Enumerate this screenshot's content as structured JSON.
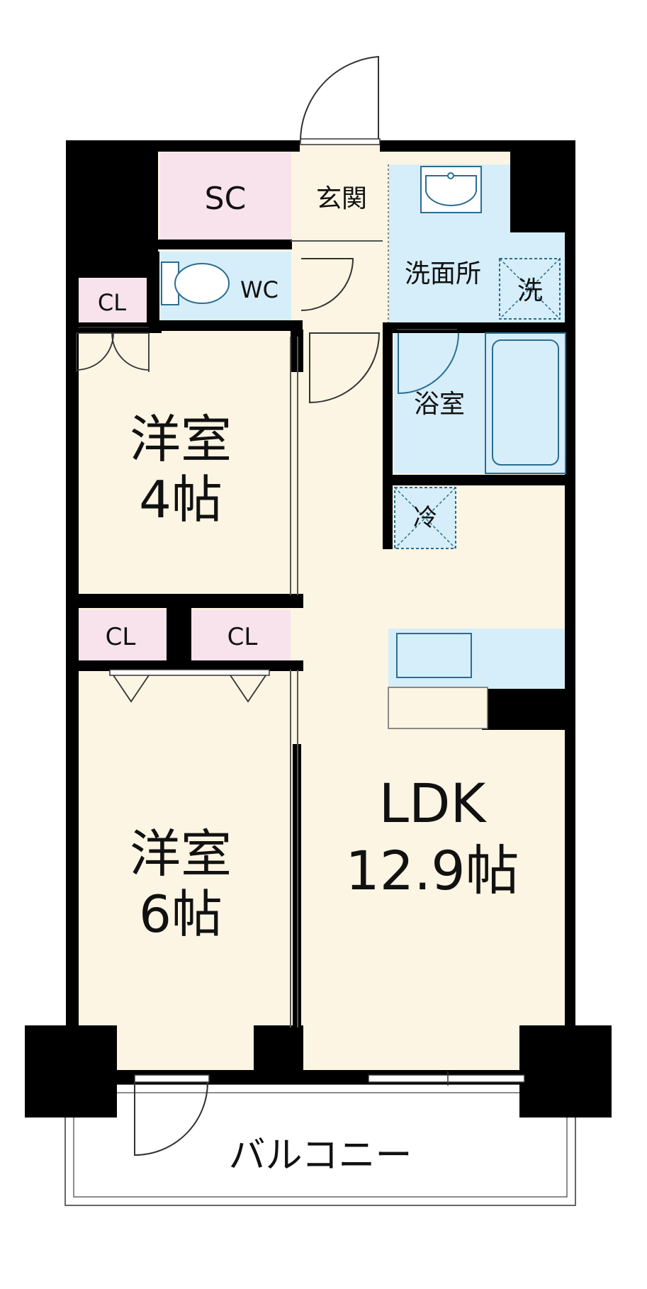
{
  "rooms": {
    "sc": "SC",
    "genkan": "玄関",
    "wc": "WC",
    "senmen": "洗面所",
    "sen": "洗",
    "cl_top": "CL",
    "yoshitsu_a_name": "洋室",
    "yoshitsu_a_size": "4帖",
    "yokushitsu": "浴室",
    "rei": "冷",
    "cl_mid_left": "CL",
    "cl_mid_right": "CL",
    "yoshitsu_b_name": "洋室",
    "yoshitsu_b_size": "6帖",
    "ldk_name": "LDK",
    "ldk_size": "12.9帖",
    "balcony": "バルコニー"
  },
  "colors": {
    "wall": "#000000",
    "floor": "#fdf5e3",
    "wet_area": "#d6eef9",
    "storage": "#f8e3ec",
    "wet_line": "#2b6e91",
    "line": "#333333"
  }
}
